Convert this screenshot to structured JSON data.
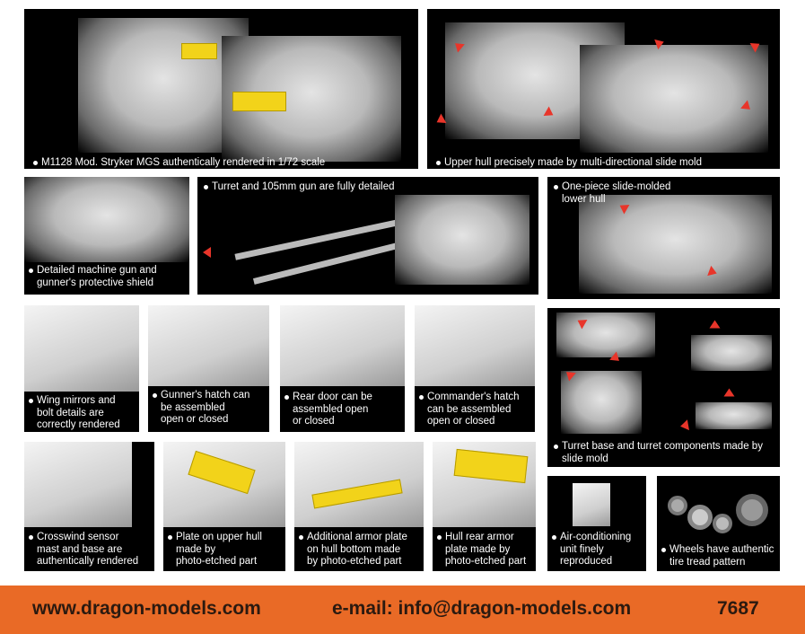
{
  "captions": {
    "a": "M1128 Mod. Stryker MGS authentically rendered in 1/72 scale",
    "b": "Upper hull precisely made by multi-directional slide mold",
    "c": "Detailed machine gun and\ngunner's protective shield",
    "d": "Turret and 105mm gun are fully detailed",
    "e": "One-piece slide-molded\nlower hull",
    "f": "Wing mirrors and\nbolt details are\ncorrectly rendered",
    "g": "Gunner's hatch can\nbe assembled\nopen or closed",
    "h": "Rear door can be\nassembled open\nor closed",
    "i": "Commander's hatch\ncan be assembled\nopen or closed",
    "j": "Turret base and turret components made by\nslide mold",
    "k": "Crosswind sensor\nmast and base are\nauthentically rendered",
    "l": "Plate on upper hull\nmade by\nphoto-etched part",
    "m": "Additional armor plate\non hull bottom made\nby photo-etched part",
    "n": "Hull rear armor\nplate made by\nphoto-etched part",
    "o": "Air-conditioning\nunit finely\nreproduced",
    "p": "Wheels have authentic\ntire tread pattern"
  },
  "footer": {
    "website": "www.dragon-models.com",
    "email": "e-mail: info@dragon-models.com",
    "kit_number": "7687"
  },
  "colors": {
    "accent": "#e96a26",
    "photo_etch": "#f2d31a",
    "arrow": "#e8352a"
  }
}
